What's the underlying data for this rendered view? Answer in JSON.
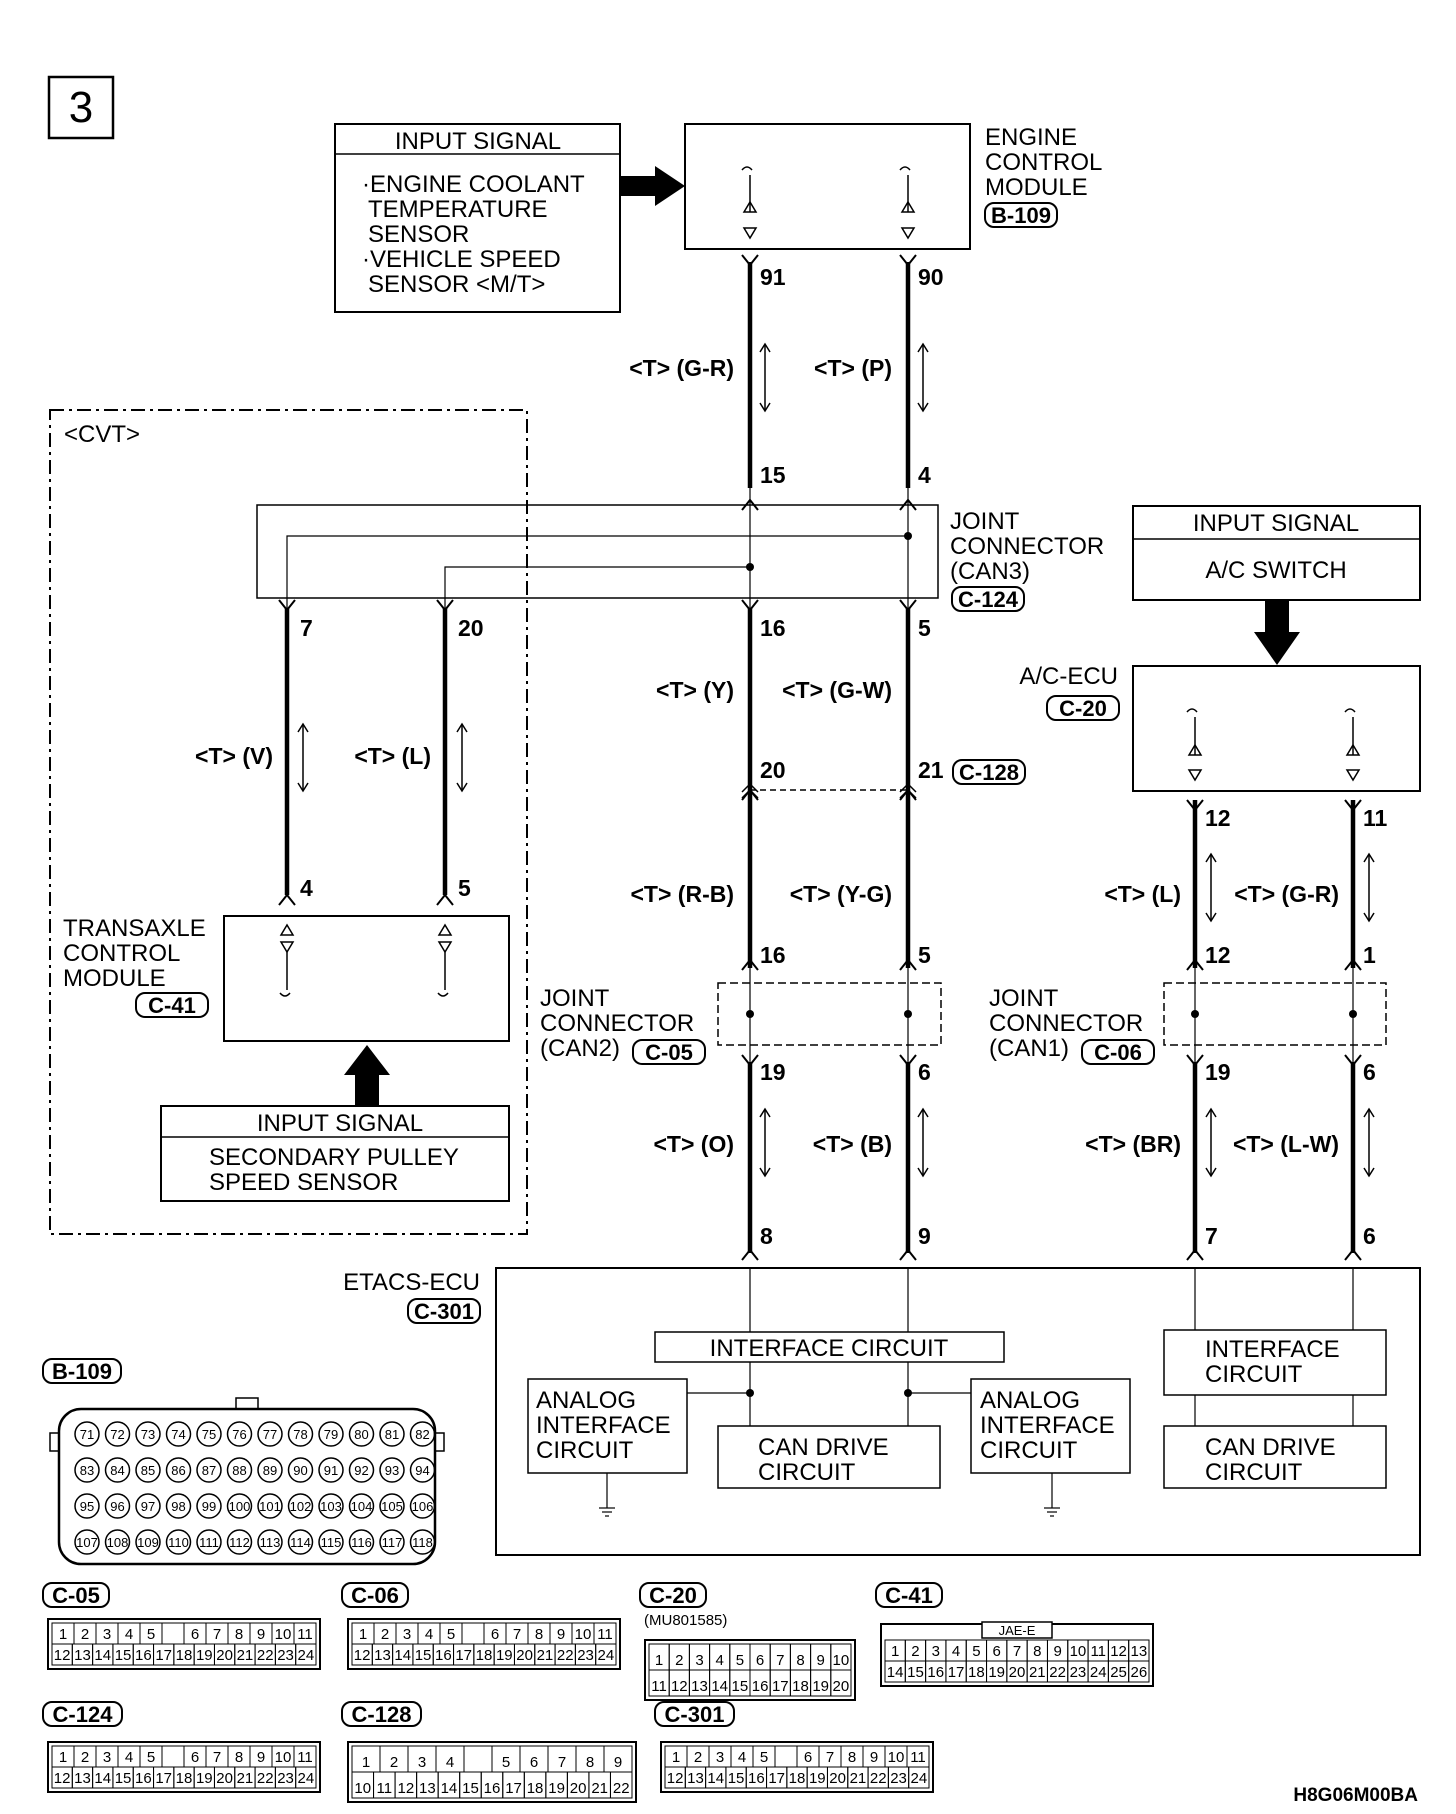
{
  "page_number": "3",
  "figure_id": "H8G06M00BA",
  "cvt_label": "<CVT>",
  "ecm": {
    "input_title": "INPUT SIGNAL",
    "inputs": [
      "·ENGINE COOLANT",
      "TEMPERATURE",
      "SENSOR",
      "·VEHICLE SPEED",
      "SENSOR <M/T>"
    ],
    "name": [
      "ENGINE",
      "CONTROL",
      "MODULE"
    ],
    "connector": "B-109",
    "pins": [
      "91",
      "90"
    ]
  },
  "wires_top": [
    "<T> (G-R)",
    "<T> (P)"
  ],
  "can3": {
    "name": [
      "JOINT",
      "CONNECTOR",
      "(CAN3)"
    ],
    "connector": "C-124",
    "pins_top": [
      "15",
      "4"
    ],
    "pins_bottom": [
      "7",
      "20",
      "16",
      "5"
    ]
  },
  "tcm": {
    "name": [
      "TRANSAXLE",
      "CONTROL",
      "MODULE"
    ],
    "connector": "C-41",
    "wires": [
      "<T> (V)",
      "<T> (L)"
    ],
    "pins": [
      "4",
      "5"
    ],
    "input_title": "INPUT SIGNAL",
    "inputs": [
      "SECONDARY PULLEY",
      "SPEED SENSOR"
    ]
  },
  "mid": {
    "wires_upper": [
      "<T> (Y)",
      "<T> (G-W)"
    ],
    "pins_128": [
      "20",
      "21"
    ],
    "connector_128": "C-128",
    "wires_lower": [
      "<T> (R-B)",
      "<T> (Y-G)"
    ]
  },
  "ac": {
    "input_title": "INPUT SIGNAL",
    "input": "A/C SWITCH",
    "name": "A/C-ECU",
    "connector": "C-20",
    "pins": [
      "12",
      "11"
    ],
    "wires": [
      "<T> (L)",
      "<T> (G-R)"
    ]
  },
  "can2": {
    "name": [
      "JOINT",
      "CONNECTOR",
      "(CAN2)"
    ],
    "connector": "C-05",
    "pins_top": [
      "16",
      "5"
    ],
    "pins_bottom": [
      "19",
      "6"
    ],
    "wires": [
      "<T> (O)",
      "<T> (B)"
    ]
  },
  "can1": {
    "name": [
      "JOINT",
      "CONNECTOR",
      "(CAN1)"
    ],
    "connector": "C-06",
    "pins_top": [
      "12",
      "1"
    ],
    "pins_bottom": [
      "19",
      "6"
    ],
    "wires": [
      "<T> (BR)",
      "<T> (L-W)"
    ]
  },
  "etacs": {
    "name": "ETACS-ECU",
    "connector": "C-301",
    "pins": [
      "8",
      "9",
      "7",
      "6"
    ],
    "interface_circuit": "INTERFACE CIRCUIT",
    "interface_circuit_right": [
      "INTERFACE",
      "CIRCUIT"
    ],
    "analog": [
      "ANALOG",
      "INTERFACE",
      "CIRCUIT"
    ],
    "can_drive": [
      "CAN DRIVE",
      "CIRCUIT"
    ]
  },
  "connectors": {
    "b109": {
      "label": "B-109",
      "rows": [
        [
          "71",
          "72",
          "73",
          "74",
          "75",
          "76",
          "77",
          "78",
          "79",
          "80",
          "81",
          "82"
        ],
        [
          "83",
          "84",
          "85",
          "86",
          "87",
          "88",
          "89",
          "90",
          "91",
          "92",
          "93",
          "94"
        ],
        [
          "95",
          "96",
          "97",
          "98",
          "99",
          "100",
          "101",
          "102",
          "103",
          "104",
          "105",
          "106"
        ],
        [
          "107",
          "108",
          "109",
          "110",
          "111",
          "112",
          "113",
          "114",
          "115",
          "116",
          "117",
          "118"
        ]
      ]
    },
    "c05": {
      "label": "C-05",
      "row1": [
        "1",
        "2",
        "3",
        "4",
        "5",
        "",
        "6",
        "7",
        "8",
        "9",
        "10",
        "11"
      ],
      "row2": [
        "12",
        "13",
        "14",
        "15",
        "16",
        "17",
        "18",
        "19",
        "20",
        "21",
        "22",
        "23",
        "24"
      ]
    },
    "c06": {
      "label": "C-06",
      "row1": [
        "1",
        "2",
        "3",
        "4",
        "5",
        "",
        "6",
        "7",
        "8",
        "9",
        "10",
        "11"
      ],
      "row2": [
        "12",
        "13",
        "14",
        "15",
        "16",
        "17",
        "18",
        "19",
        "20",
        "21",
        "22",
        "23",
        "24"
      ]
    },
    "c20": {
      "label": "C-20",
      "part": "(MU801585)",
      "row1": [
        "1",
        "2",
        "3",
        "4",
        "5",
        "6",
        "7",
        "8",
        "9",
        "10"
      ],
      "row2": [
        "11",
        "12",
        "13",
        "14",
        "15",
        "16",
        "17",
        "18",
        "19",
        "20"
      ]
    },
    "c41": {
      "label": "C-41",
      "maker": "JAE-E",
      "row1": [
        "1",
        "2",
        "3",
        "4",
        "5",
        "6",
        "7",
        "8",
        "9",
        "10",
        "11",
        "12",
        "13"
      ],
      "row2": [
        "14",
        "15",
        "16",
        "17",
        "18",
        "19",
        "20",
        "21",
        "22",
        "23",
        "24",
        "25",
        "26"
      ]
    },
    "c124": {
      "label": "C-124",
      "row1": [
        "1",
        "2",
        "3",
        "4",
        "5",
        "",
        "6",
        "7",
        "8",
        "9",
        "10",
        "11"
      ],
      "row2": [
        "12",
        "13",
        "14",
        "15",
        "16",
        "17",
        "18",
        "19",
        "20",
        "21",
        "22",
        "23",
        "24"
      ]
    },
    "c128": {
      "label": "C-128",
      "row1": [
        "1",
        "2",
        "3",
        "4",
        "",
        "5",
        "6",
        "7",
        "8",
        "9"
      ],
      "row2": [
        "10",
        "11",
        "12",
        "13",
        "14",
        "15",
        "16",
        "17",
        "18",
        "19",
        "20",
        "21",
        "22"
      ]
    },
    "c301": {
      "label": "C-301",
      "row1": [
        "1",
        "2",
        "3",
        "4",
        "5",
        "",
        "6",
        "7",
        "8",
        "9",
        "10",
        "11"
      ],
      "row2": [
        "12",
        "13",
        "14",
        "15",
        "16",
        "17",
        "18",
        "19",
        "20",
        "21",
        "22",
        "23",
        "24"
      ]
    }
  }
}
